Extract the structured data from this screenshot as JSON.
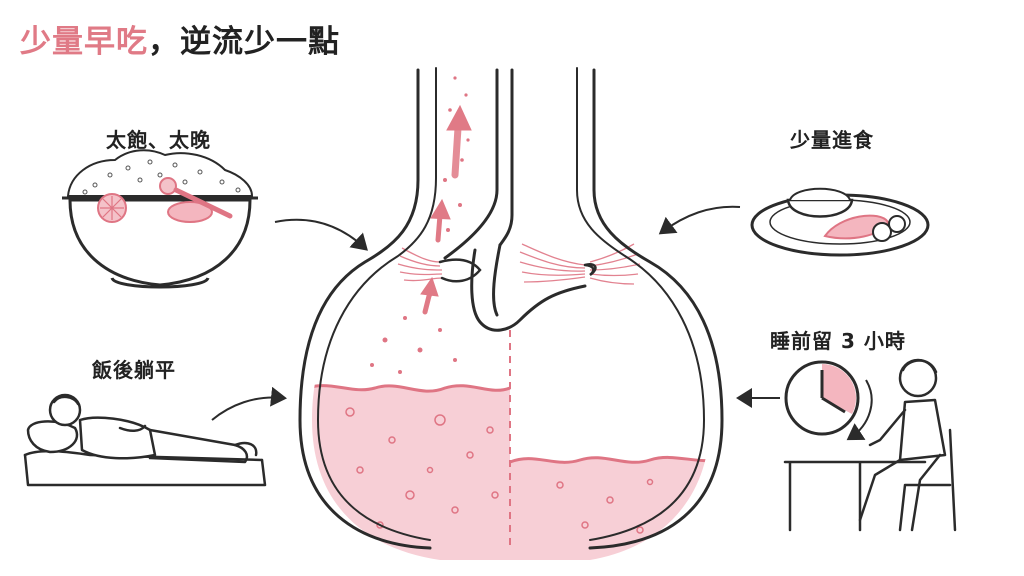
{
  "title": {
    "accent": "少量早吃",
    "rest": "，逆流少一點"
  },
  "labels": {
    "overeat_late": "太飽、太晚",
    "lie_after_meal": "飯後躺平",
    "small_meals": "少量進食",
    "wait_3_hours": "睡前留 3 小時"
  },
  "colors": {
    "accent": "#e07a86",
    "fluid": "#f7cfd6",
    "fluid_line": "#df7584",
    "line": "#2b2b2b"
  }
}
